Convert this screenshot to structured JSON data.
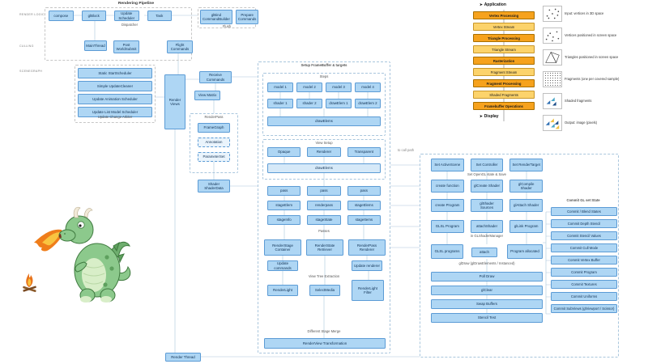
{
  "palette": {
    "node_fill": "#aed6f4",
    "node_border": "#5b9bd5",
    "group_border": "#a9c6dd",
    "stage_orange": "#f6a21d",
    "stream_yellow": "#fcd36b",
    "line": "#a9c6dd"
  },
  "top_left": {
    "title": "Rendering Pipeline",
    "side_labels": [
      "RENDER LOGIC",
      "CULLING",
      "SCENEGRAPH"
    ],
    "row1": [
      "compose",
      "glBlock",
      "Update Scheduler",
      "Task"
    ],
    "row1_caption": "Dispatcher",
    "builders": [
      "glBind CommandBuilder",
      "Prepare Commands"
    ],
    "builders_caption": "Flush",
    "row2": [
      "MainThread",
      "Post WorldSubmit",
      "Flight Commands"
    ],
    "schedulers": [
      "Static StartScheduler",
      "Simple UpdateCleaner",
      "Update Animation Scheduler",
      "Update List Model Scheduler"
    ],
    "schedulers_caption": "Update Change Arbiter",
    "render_views": "Render Views"
  },
  "mid": {
    "receive": "Receive Commands",
    "view_matrix": "View Matrix",
    "renderpass_title": "RenderPass",
    "renderpass_items": [
      "FrameGraph",
      "Annotation",
      "ParameterSet"
    ],
    "shader": "Shader ShaderData"
  },
  "central": {
    "title": "Setup FrameBuffer & targets",
    "steps_label": "Steps",
    "steps_row1": [
      "model 1",
      "model 2",
      "model 3",
      "model 4"
    ],
    "steps_row2": [
      "shader 1",
      "shader 2",
      "drawElem 1",
      "drawElem 2"
    ],
    "steps_bar": "drawElems",
    "view_setup_label": "View Setup",
    "view_setup_row": [
      "Opaque",
      "Renderer",
      "Transparent"
    ],
    "view_setup_bar": "drawElems",
    "grid": [
      "pass",
      "pass",
      "pass",
      "stageElem",
      "renderpass",
      "stageElems",
      "stageInfo",
      "stageState",
      "stageItems"
    ],
    "passes_label": "Passes",
    "renderers": [
      "RenderStage Container",
      "RenderState Retriever",
      "RenderPass Renderer"
    ],
    "updates": [
      "Update commands",
      "Update renderer"
    ],
    "view_tree_label": "View Tree Extraction",
    "extraction": [
      "RenderLight",
      "SelectMedia"
    ],
    "extraction_tall": "RenderLight Filter",
    "merge_label": "Different Stage Merge",
    "bottom_bar": "RenderView Transformation"
  },
  "right": {
    "caption_top": "to call path",
    "row1": [
      "Set ActiveScene",
      "Set Controller",
      "Set RenderTarget"
    ],
    "label1": "Set OpenGL state & Save",
    "row2": [
      "create function",
      "glCreate Shader",
      "glCompile Shader"
    ],
    "row3": [
      "create Program",
      "glShader Sources",
      "glAttach Shader"
    ],
    "row4": [
      "GLSL Program",
      "attachShader",
      "glLink Program"
    ],
    "row4_caption": "in GLShaderManager",
    "row5": [
      "GLSL programs",
      "attach",
      "Program allocated"
    ],
    "row5_caption": "glDraw (glDrawElements / Instanced)",
    "bars": [
      "Poll Draw",
      "glClear",
      "Swap Buffers",
      "Stencil Test"
    ],
    "commit_title": "Commit GL set State",
    "commits": [
      "Commit / Blend States",
      "Commit Depth Stencil",
      "Commit Stencil Values",
      "Commit Cull Mode",
      "Commit Vertex Buffer",
      "Commit Program",
      "Commit Textures",
      "Commit Uniforms",
      "Commit SubViews (glViewport / Scissor)"
    ]
  },
  "pipeline": {
    "top_label": "Application",
    "stages": [
      {
        "label": "Vertex Processing",
        "type": "stage"
      },
      {
        "label": "Vertex Stream",
        "type": "stream"
      },
      {
        "label": "Triangle Processing",
        "type": "stage"
      },
      {
        "label": "Triangle Stream",
        "type": "stream"
      },
      {
        "label": "Rasterization",
        "type": "stage"
      },
      {
        "label": "Fragment Stream",
        "type": "stream"
      },
      {
        "label": "Fragment Processing",
        "type": "stage"
      },
      {
        "label": "Shaded Fragments",
        "type": "stream"
      },
      {
        "label": "Framebuffer Operations",
        "type": "stage"
      }
    ],
    "bottom_label": "Display"
  },
  "legend": {
    "items": [
      {
        "icon": "vertices-3d-icon",
        "caption": "Input: vertices in 3D space"
      },
      {
        "icon": "vertices-screen-icon",
        "caption": "Vertices positioned in screen space"
      },
      {
        "icon": "triangles-icon",
        "caption": "Triangles positioned in screen space"
      },
      {
        "icon": "fragments-icon",
        "caption": "Fragments (one per covered sample)"
      },
      {
        "icon": "shaded-fragments-icon",
        "caption": "Shaded fragments"
      },
      {
        "icon": "output-image-icon",
        "caption": "Output: image (pixels)"
      }
    ]
  },
  "footer": {
    "thread_bar": "Render Thread"
  }
}
